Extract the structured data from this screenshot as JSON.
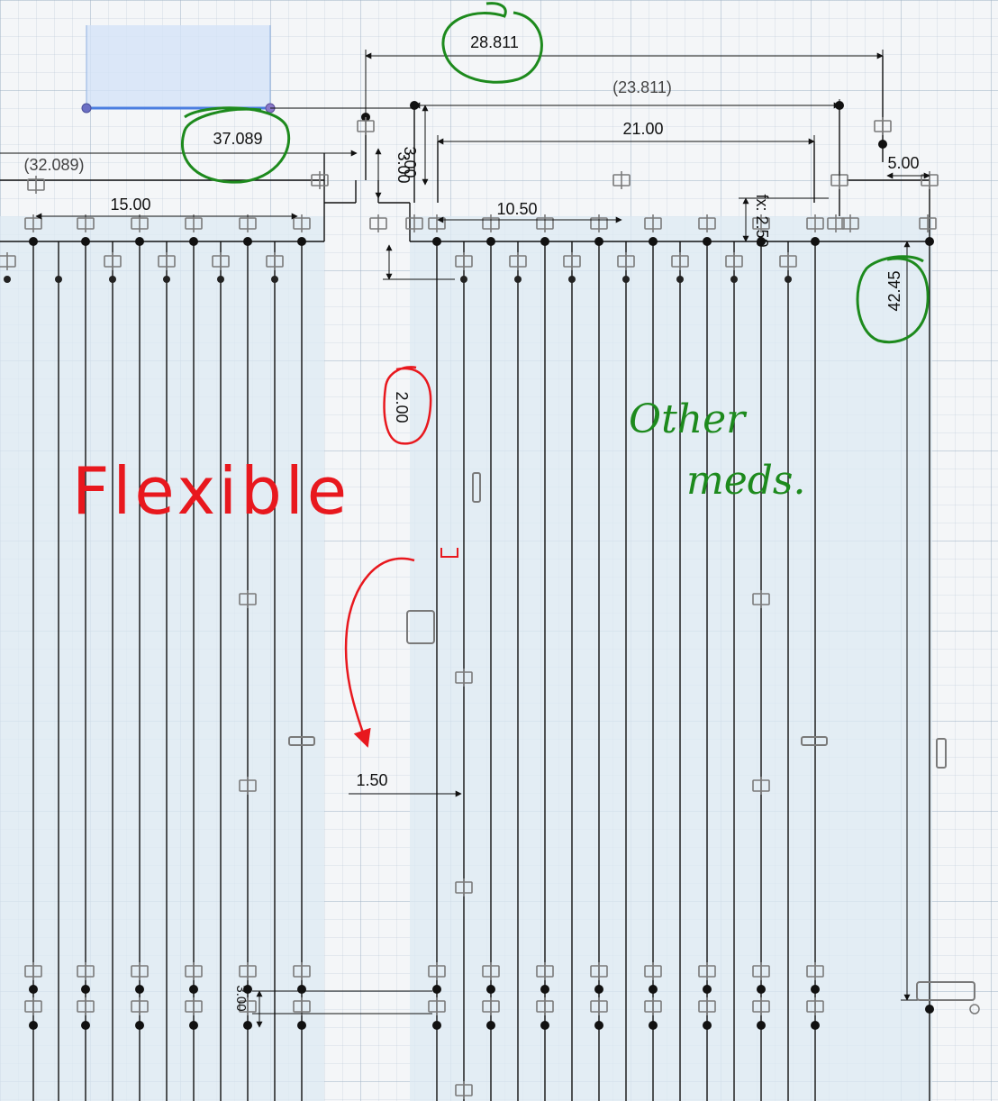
{
  "app": {
    "view": "sketch-canvas",
    "colors": {
      "sketch_line": "#111111",
      "profile_fill": "#dde9f3",
      "selected_line": "#4a7de0",
      "constraint_glyph": "#7a7a7a",
      "annotation_green": "#1d8a1d",
      "annotation_red": "#e8181e"
    }
  },
  "dimensions": {
    "d_28811": "28.811",
    "d_23811": "(23.811)",
    "d_21": "21.00",
    "d_37089": "37.089",
    "d_32089": "(32.089)",
    "d_15": "15.00",
    "d_300": "3.00",
    "d_10_50": "10.50",
    "d_fx250": "fx: 2.50",
    "d_5": "5.00",
    "d_4245": "42.45",
    "d_200": "2.00",
    "d_150": "1.50"
  },
  "annotations": {
    "flexible": "Flexible",
    "other": "Other",
    "meds": "meds."
  },
  "icons": {
    "constraint": "coincident-constraint-icon",
    "parallel": "parallel-constraint-icon",
    "horizontal": "horizontal-constraint-icon",
    "point": "sketch-point-icon"
  }
}
